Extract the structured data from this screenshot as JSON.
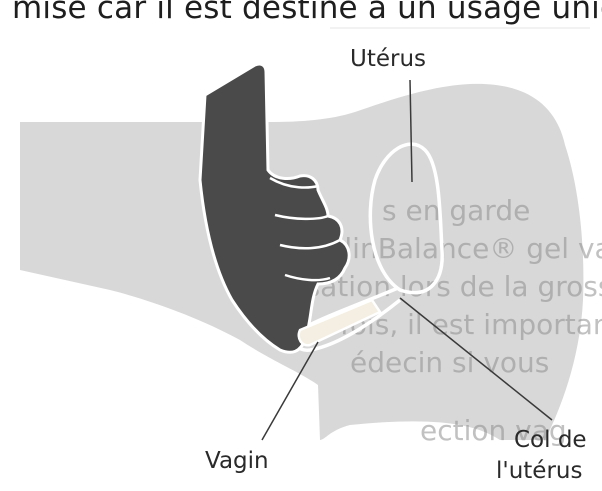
{
  "header_text": "mise car il est destiné à un usage uniq",
  "labels": {
    "uterus": "Utérus",
    "vagina": "Vagin",
    "cervix_line1": "Col de",
    "cervix_line2": "l'utérus"
  },
  "background_text": {
    "line1": "s en garde",
    "line2": "ealinBalance® gel vaginal est c",
    "line3": "lisation lors de la grossesse.",
    "line4": "fois, il est important de",
    "line5": "édecin si vous",
    "line6": "ection vag"
  },
  "colors": {
    "body_silhouette": "#d8d8d8",
    "hand": "#4a4a4a",
    "outline": "#ffffff",
    "leader_line": "#3a3a3a",
    "applicator": "#f4efe2"
  }
}
